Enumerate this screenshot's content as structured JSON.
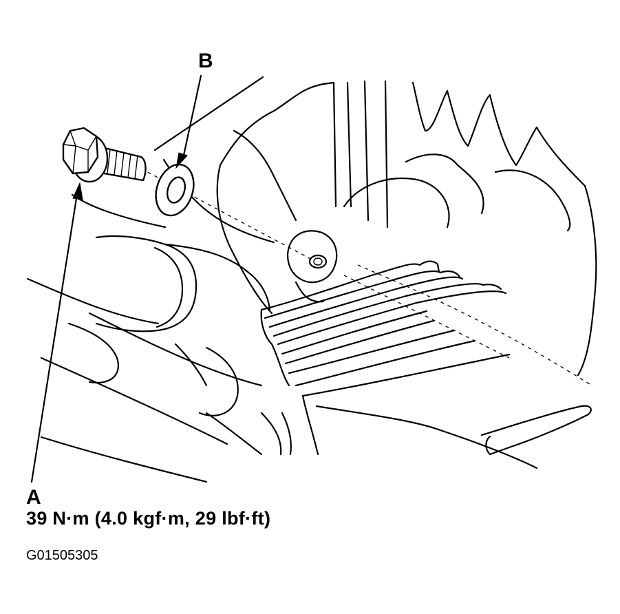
{
  "callouts": {
    "a_label": "A",
    "b_label": "B"
  },
  "torque_spec": "39 N·m (4.0 kgf·m, 29 lbf·ft)",
  "figure_id": "G01505305",
  "parts": {
    "a": "bolt",
    "b": "washer"
  },
  "colors": {
    "line": "#000000",
    "background": "#ffffff"
  }
}
